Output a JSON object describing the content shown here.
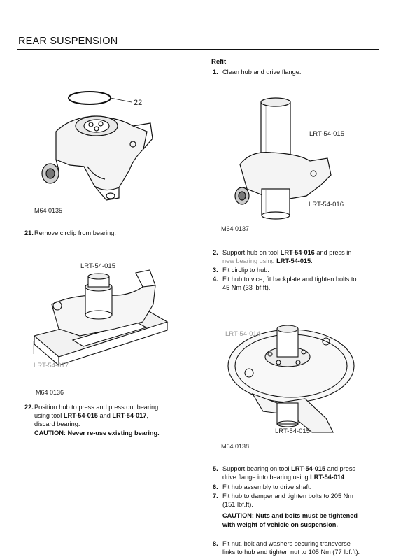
{
  "header": {
    "title": "REAR SUSPENSION"
  },
  "figures": {
    "fig1": {
      "caption": "M64 0135",
      "callout": "22"
    },
    "fig2": {
      "caption": "M64 0136",
      "callout_top": "LRT-54-015",
      "callout_bottom": "LRT-54-017"
    },
    "fig3": {
      "caption": "M64 0137",
      "callout_top": "LRT-54-015",
      "callout_bottom": "LRT-54-016"
    },
    "fig4": {
      "caption": "M64 0138",
      "callout_top": "LRT-54-014",
      "callout_bottom": "LRT-54-015"
    }
  },
  "left_steps": [
    {
      "num": "21.",
      "line1": "Remove circlip from bearing."
    },
    {
      "num": "22.",
      "line1": "Position hub to press and press out bearing",
      "line2_pre": "using tool ",
      "tool_a": "LRT-54-015",
      "line2_mid": " and ",
      "tool_b": "LRT-54-017",
      "line2_post": ",",
      "line3": "discard bearing.",
      "caution": "CAUTION: Never re-use existing bearing."
    }
  ],
  "refit": {
    "heading": "Refit",
    "steps": [
      {
        "num": "1.",
        "line1": "Clean hub and drive flange."
      },
      {
        "num": "2.",
        "line1_pre": "Support hub on tool ",
        "tool_a": "LRT-54-016",
        "line1_post": " and press in",
        "line2_pre": "new bearing using ",
        "tool_b": "LRT-54-015",
        "line2_post": "."
      },
      {
        "num": "3.",
        "line1": "Fit circlip to hub."
      },
      {
        "num": "4.",
        "line1": "Fit hub to vice, fit backplate and tighten bolts to",
        "line2": "45 Nm (33 lbf.ft)."
      },
      {
        "num": "5.",
        "line1_pre": "Support bearing on tool ",
        "tool_a": "LRT-54-015",
        "line1_post": " and press",
        "line2_pre": "drive flange into bearing using ",
        "tool_b": "LRT-54-014",
        "line2_post": "."
      },
      {
        "num": "6.",
        "line1": "Fit hub assembly to drive shaft."
      },
      {
        "num": "7.",
        "line1": "Fit hub to damper and tighten bolts to 205 Nm",
        "line2": "(151 lbf.ft).",
        "caution1": "CAUTION: Nuts and bolts must be tightened",
        "caution2": "with weight of vehicle on suspension."
      },
      {
        "num": "8.",
        "line1": "Fit nut, bolt and washers securing transverse",
        "line2": "links to hub and tighten nut to 105 Nm (77 lbf.ft)."
      }
    ]
  }
}
